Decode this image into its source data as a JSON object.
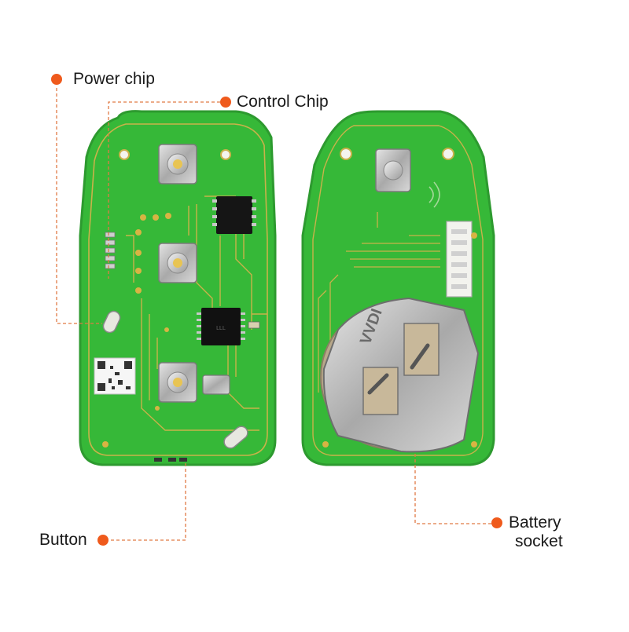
{
  "colors": {
    "accent": "#ef5a1c",
    "pcb_green": "#36b838",
    "pcb_edge": "#2d9a2f",
    "trace": "#c9b24a",
    "leader": "#e07a45"
  },
  "callouts": {
    "power_chip": "Power chip",
    "control_chip": "Control Chip",
    "button": "Button",
    "battery_socket_line1": "Battery",
    "battery_socket_line2": "socket"
  },
  "board_front": {
    "chip_marking": "LLL"
  },
  "board_back": {
    "battery_marking": "VVDI"
  }
}
